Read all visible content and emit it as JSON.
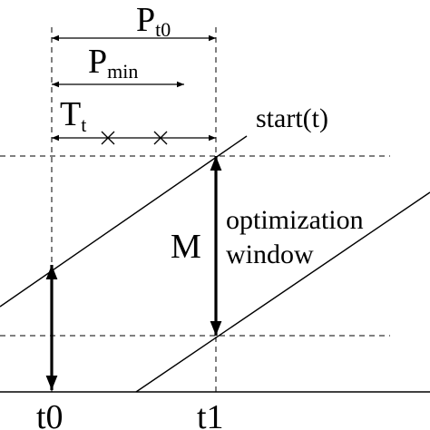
{
  "labels": {
    "p_t0": {
      "main": "P",
      "sub": "t0"
    },
    "p_min": {
      "main": "P",
      "sub": "min"
    },
    "t_t": {
      "main": "T",
      "sub": "t"
    },
    "start": "start(t)",
    "m": "M",
    "window_line1": "optimization",
    "window_line2": "window",
    "t0": "t0",
    "t1": "t1"
  }
}
